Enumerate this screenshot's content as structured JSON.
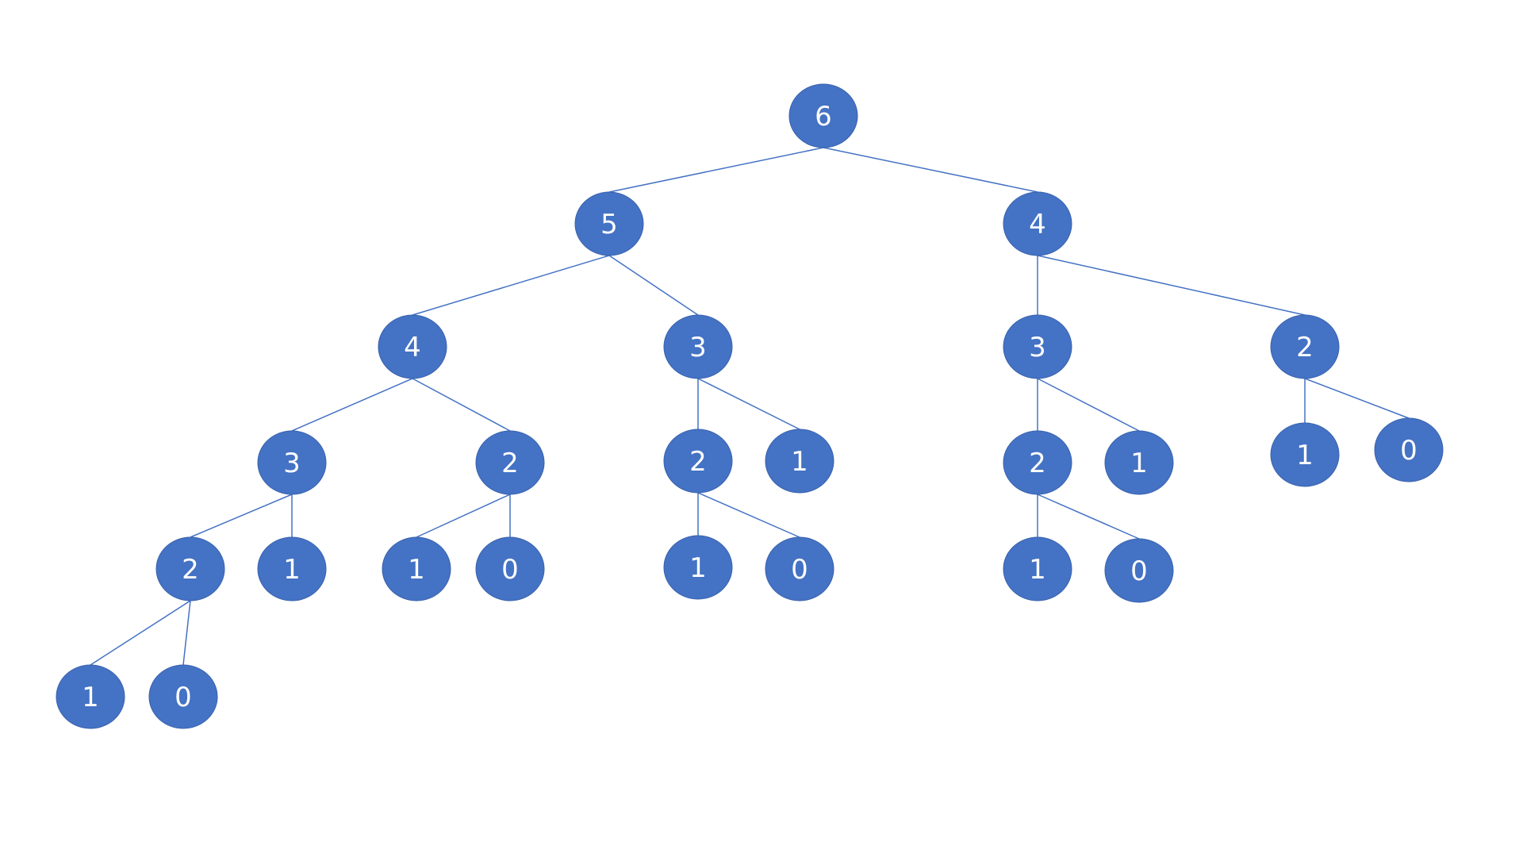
{
  "diagram": {
    "type": "tree",
    "colors": {
      "node_fill": "#4472c4",
      "node_text": "#ffffff",
      "edge": "#4472c4",
      "background": "#ffffff"
    },
    "nodes": [
      {
        "id": "n0",
        "label": "6"
      },
      {
        "id": "n1",
        "label": "5"
      },
      {
        "id": "n2",
        "label": "4"
      },
      {
        "id": "n3",
        "label": "4"
      },
      {
        "id": "n4",
        "label": "3"
      },
      {
        "id": "n5",
        "label": "3"
      },
      {
        "id": "n6",
        "label": "2"
      },
      {
        "id": "n7",
        "label": "3"
      },
      {
        "id": "n8",
        "label": "2"
      },
      {
        "id": "n9",
        "label": "2"
      },
      {
        "id": "n10",
        "label": "1"
      },
      {
        "id": "n11",
        "label": "2"
      },
      {
        "id": "n12",
        "label": "1"
      },
      {
        "id": "n13",
        "label": "1"
      },
      {
        "id": "n14",
        "label": "0"
      },
      {
        "id": "n15",
        "label": "2"
      },
      {
        "id": "n16",
        "label": "1"
      },
      {
        "id": "n17",
        "label": "1"
      },
      {
        "id": "n18",
        "label": "0"
      },
      {
        "id": "n19",
        "label": "1"
      },
      {
        "id": "n20",
        "label": "0"
      },
      {
        "id": "n21",
        "label": "1"
      },
      {
        "id": "n22",
        "label": "0"
      },
      {
        "id": "n23",
        "label": "1"
      },
      {
        "id": "n24",
        "label": "0"
      }
    ],
    "edges": [
      [
        "n0",
        "n1"
      ],
      [
        "n0",
        "n2"
      ],
      [
        "n1",
        "n3"
      ],
      [
        "n1",
        "n4"
      ],
      [
        "n2",
        "n5"
      ],
      [
        "n2",
        "n6"
      ],
      [
        "n3",
        "n7"
      ],
      [
        "n3",
        "n8"
      ],
      [
        "n4",
        "n9"
      ],
      [
        "n4",
        "n10"
      ],
      [
        "n5",
        "n11"
      ],
      [
        "n5",
        "n12"
      ],
      [
        "n6",
        "n13"
      ],
      [
        "n6",
        "n14"
      ],
      [
        "n7",
        "n15"
      ],
      [
        "n7",
        "n16"
      ],
      [
        "n8",
        "n17"
      ],
      [
        "n8",
        "n18"
      ],
      [
        "n9",
        "n19"
      ],
      [
        "n9",
        "n20"
      ],
      [
        "n11",
        "n21"
      ],
      [
        "n11",
        "n22"
      ],
      [
        "n15",
        "n23"
      ],
      [
        "n15",
        "n24"
      ]
    ]
  }
}
